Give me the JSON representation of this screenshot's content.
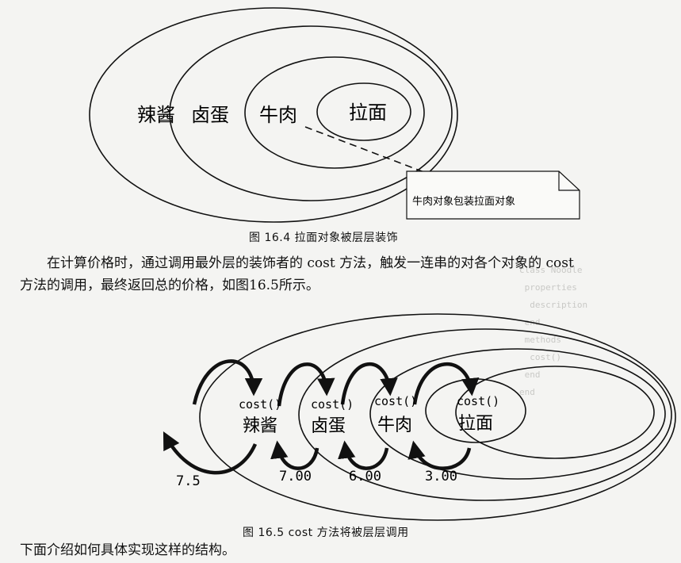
{
  "figure1": {
    "labels": [
      "辣酱",
      "卤蛋",
      "牛肉",
      "拉面"
    ],
    "callout_text": "牛肉对象包装拉面对象",
    "caption": "图 16.4    拉面对象被层层装饰"
  },
  "paragraph1": {
    "line1": "在计算价格时，通过调用最外层的装饰者的 cost 方法，触发一连串的对各个对象的 cost",
    "line2": "方法的调用，最终返回总的价格，如图16.5所示。"
  },
  "figure2": {
    "layers": [
      {
        "method": "cost()",
        "name": "辣酱"
      },
      {
        "method": "cost()",
        "name": "卤蛋"
      },
      {
        "method": "cost()",
        "name": "牛肉"
      },
      {
        "method": "cost()",
        "name": "拉面"
      }
    ],
    "return_values": [
      "7.5",
      "7.00",
      "6.00",
      "3.00"
    ],
    "caption": "图 16.5    cost 方法将被层层调用"
  },
  "paragraph2": {
    "line1": "下面介绍如何具体实现这样的结构。"
  }
}
